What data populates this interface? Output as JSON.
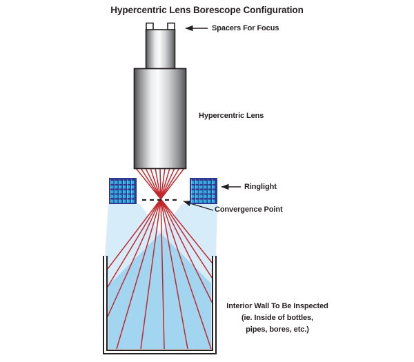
{
  "title": "Hypercentric Lens Borescope Configuration",
  "labels": {
    "spacers": "Spacers For Focus",
    "lens": "Hypercentric Lens",
    "ringlight": "Ringlight",
    "convergence_point": "Convergence Point",
    "interior_wall": {
      "line1": "Interior Wall To Be Inspected",
      "line2": "(ie. Inside of bottles,",
      "line3": "pipes, bores, etc.)"
    }
  },
  "colors": {
    "ray_red": "#c1272d",
    "light_beam": "#d6ecf9",
    "dark_beam": "#a2d5f0",
    "ringlight_navy": "#2b3990",
    "ringlight_cell": "#29abe2",
    "outline_black": "#231f20"
  }
}
